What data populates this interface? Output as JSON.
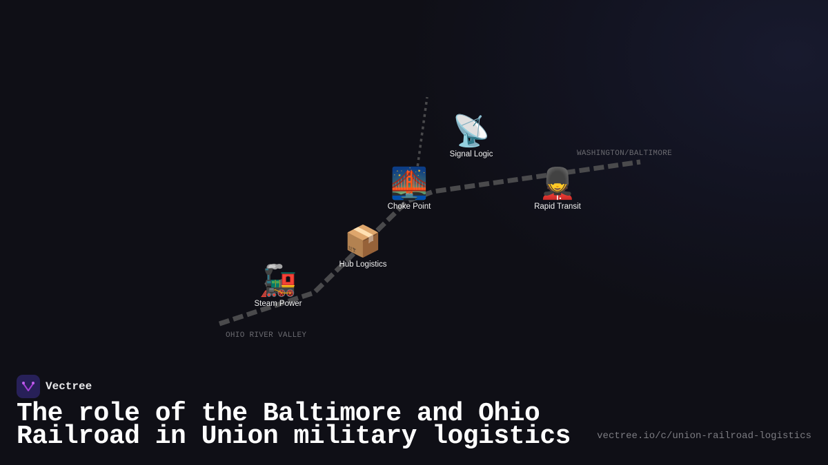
{
  "brand": {
    "name": "Vectree",
    "logo_icon": "branching-v-icon",
    "accent": "#272058"
  },
  "title": "The role of the Baltimore and Ohio Railroad in Union military logistics",
  "url": "vectree.io/c/union-railroad-logistics",
  "regions": {
    "west": "OHIO RIVER VALLEY",
    "east": "WASHINGTON/BALTIMORE"
  },
  "nodes": [
    {
      "id": "steam-power",
      "label": "Steam Power",
      "icon": "🚂",
      "icon_name": "locomotive-icon"
    },
    {
      "id": "hub-logistics",
      "label": "Hub Logistics",
      "icon": "📦",
      "icon_name": "package-icon"
    },
    {
      "id": "choke-point",
      "label": "Choke Point",
      "icon": "🌉",
      "icon_name": "bridge-at-night-icon"
    },
    {
      "id": "signal-logic",
      "label": "Signal Logic",
      "icon": "📡",
      "icon_name": "satellite-antenna-icon"
    },
    {
      "id": "rapid-transit",
      "label": "Rapid Transit",
      "icon": "💂",
      "icon_name": "guard-icon"
    }
  ],
  "colors": {
    "route": "#4a4a4c",
    "label": "#f2f2f2",
    "region": "#6a6a70"
  }
}
